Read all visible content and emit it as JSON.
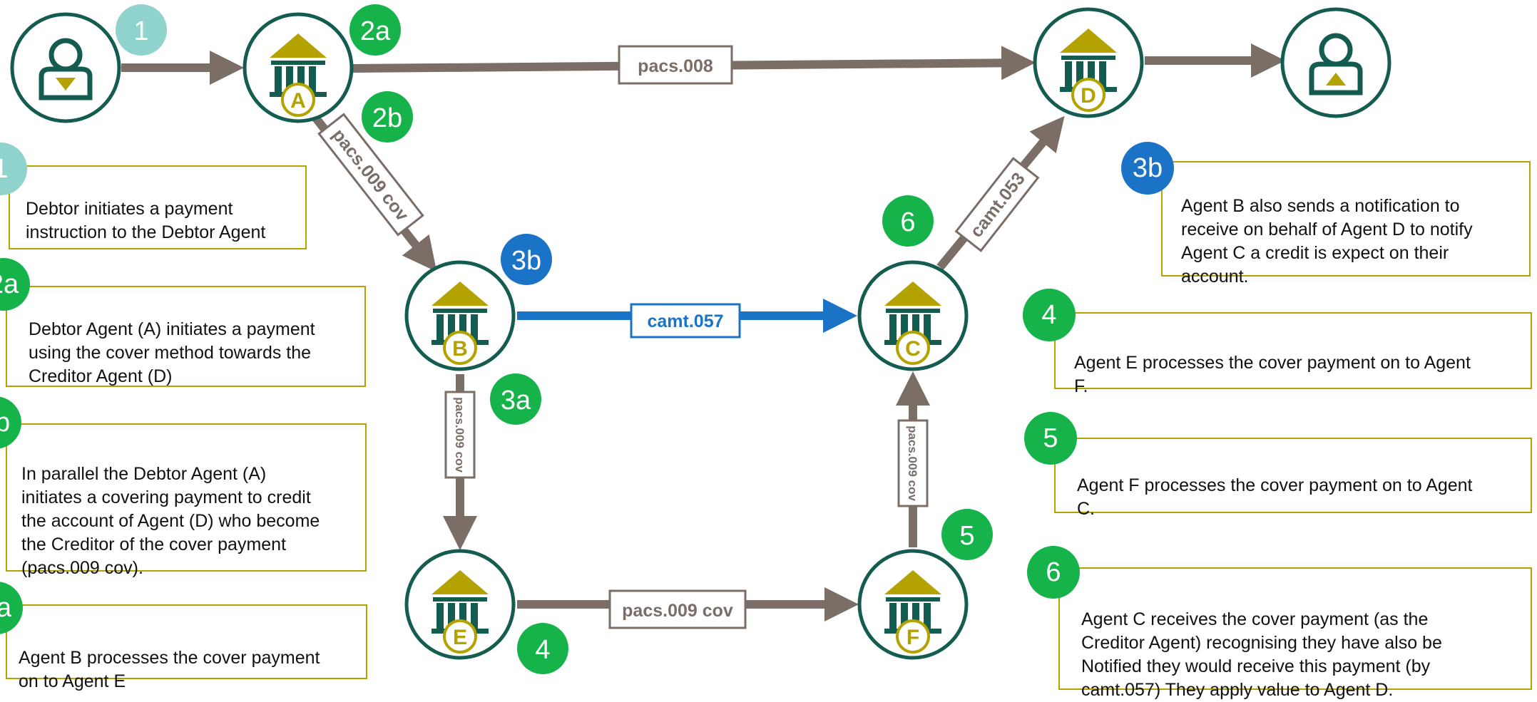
{
  "colors": {
    "node_ring": "#145c50",
    "bank_gold": "#b3a200",
    "flow_grey": "#7a6e66",
    "flow_blue": "#1a73c7",
    "badge_teal": "#8fd3cc",
    "badge_green": "#16b24a",
    "badge_blue": "#1a73c7",
    "box_border": "#b3a200"
  },
  "agents": {
    "a": "A",
    "b": "B",
    "c": "C",
    "d": "D",
    "e": "E",
    "f": "F"
  },
  "flows": {
    "pacs_008": "pacs.008",
    "pacs_009_cov_ab": "pacs.009 cov",
    "camt_057": "camt.057",
    "pacs_009_cov_be": "pacs.009 cov",
    "pacs_009_cov_ef": "pacs.009 cov",
    "pacs_009_cov_fc": "pacs.009 cov",
    "camt_053": "camt.053"
  },
  "badges": {
    "debtor": "1",
    "agent_a_top": "2a",
    "agent_a_bottom": "2b",
    "agent_b_top": "3b",
    "agent_b_bottom": "3a",
    "agent_e": "4",
    "agent_f": "5",
    "agent_c": "6"
  },
  "steps": [
    {
      "badge": "1",
      "text": "Debtor initiates a payment\ninstruction to the Debtor Agent"
    },
    {
      "badge": "2a",
      "text": "Debtor Agent (A) initiates a payment\nusing the cover method towards the\nCreditor Agent (D)"
    },
    {
      "badge": "2b",
      "text": "In parallel the Debtor Agent (A)\ninitiates a covering payment to credit\nthe account of Agent (D) who become\nthe Creditor of the cover payment\n(pacs.009 cov)."
    },
    {
      "badge": "3a",
      "text": "Agent B processes the cover payment\non to Agent E"
    },
    {
      "badge": "3b",
      "text": "Agent B also sends a notification to\nreceive on behalf of Agent D to notify\nAgent C a credit is expect on their\naccount."
    },
    {
      "badge": "4",
      "text": "Agent E processes the cover payment on to Agent\nF."
    },
    {
      "badge": "5",
      "text": "Agent F processes the cover payment on to Agent\nC."
    },
    {
      "badge": "6",
      "text": "Agent C receives the cover payment (as the\nCreditor Agent) recognising they have also be\nNotified they would receive this payment (by\ncamt.057) They apply value to Agent D."
    }
  ]
}
